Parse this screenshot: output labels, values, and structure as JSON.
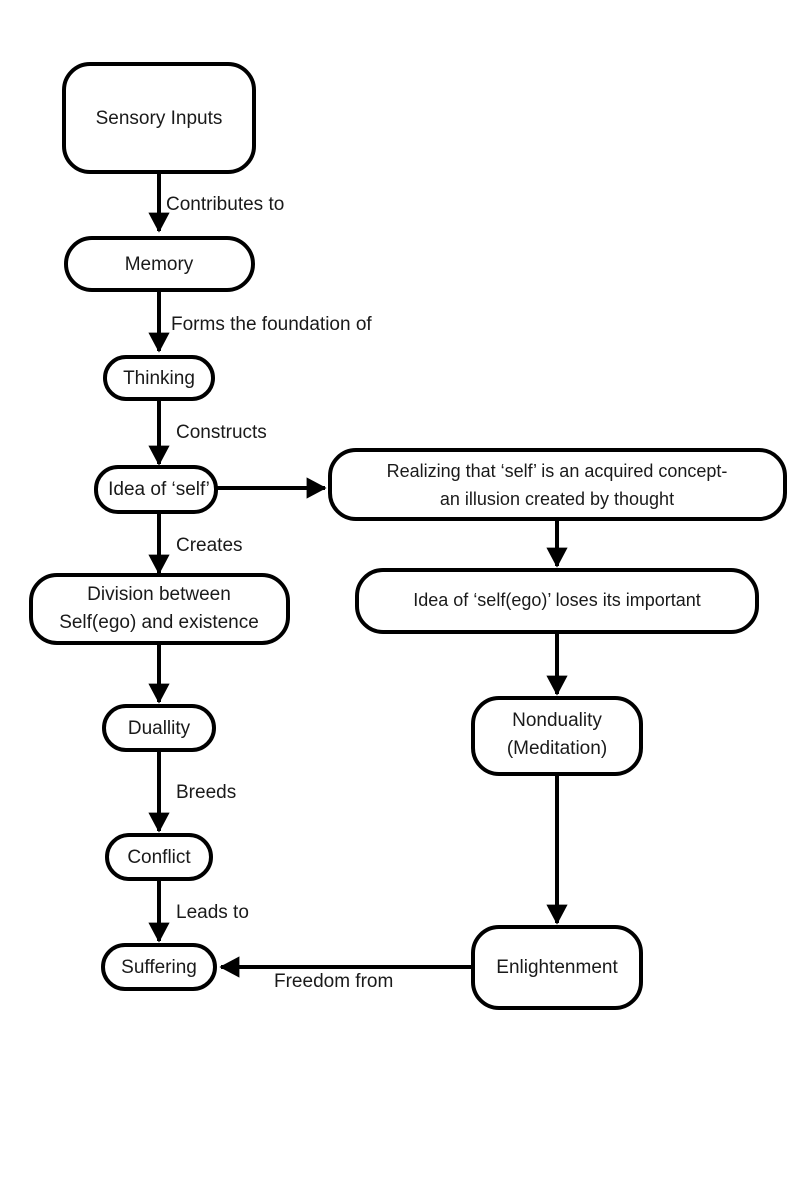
{
  "diagram": {
    "type": "flowchart",
    "orientation": "top-to-bottom, two columns",
    "background_color": "#ffffff",
    "node_fill": "#ffffff",
    "node_stroke": "#000000",
    "text_color": "#1a1a1a",
    "nodes": [
      {
        "id": "sensory_inputs",
        "label": "Sensory Inputs"
      },
      {
        "id": "memory",
        "label": "Memory"
      },
      {
        "id": "thinking",
        "label": "Thinking"
      },
      {
        "id": "idea_of_self",
        "label": "Idea of ‘self’"
      },
      {
        "id": "division",
        "label_line1": "Division between",
        "label_line2": "Self(ego) and existence"
      },
      {
        "id": "duallity",
        "label": "Duallity"
      },
      {
        "id": "conflict",
        "label": "Conflict"
      },
      {
        "id": "suffering",
        "label": "Suffering"
      },
      {
        "id": "realizing",
        "label_line1": "Realizing that ‘self’ is an acquired concept-",
        "label_line2": "an illusion created by thought"
      },
      {
        "id": "loses_important",
        "label": "Idea of ‘self(ego)’ loses its important"
      },
      {
        "id": "nonduality",
        "label_line1": "Nonduality",
        "label_line2": "(Meditation)"
      },
      {
        "id": "enlightenment",
        "label": "Enlightenment"
      }
    ],
    "edges": [
      {
        "from": "sensory_inputs",
        "to": "memory",
        "label": "Contributes to"
      },
      {
        "from": "memory",
        "to": "thinking",
        "label": "Forms the foundation of"
      },
      {
        "from": "thinking",
        "to": "idea_of_self",
        "label": "Constructs"
      },
      {
        "from": "idea_of_self",
        "to": "division",
        "label": "Creates"
      },
      {
        "from": "division",
        "to": "duallity",
        "label": ""
      },
      {
        "from": "duallity",
        "to": "conflict",
        "label": "Breeds"
      },
      {
        "from": "conflict",
        "to": "suffering",
        "label": "Leads to"
      },
      {
        "from": "idea_of_self",
        "to": "realizing",
        "label": ""
      },
      {
        "from": "realizing",
        "to": "loses_important",
        "label": ""
      },
      {
        "from": "loses_important",
        "to": "nonduality",
        "label": ""
      },
      {
        "from": "nonduality",
        "to": "enlightenment",
        "label": ""
      },
      {
        "from": "enlightenment",
        "to": "suffering",
        "label": "Freedom from"
      }
    ]
  }
}
